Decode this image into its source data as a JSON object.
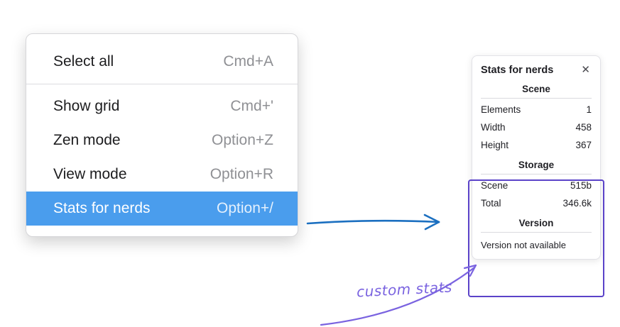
{
  "menu": {
    "items": [
      {
        "label": "Select all",
        "shortcut": "Cmd+A"
      },
      {
        "label": "Show grid",
        "shortcut": "Cmd+'"
      },
      {
        "label": "Zen mode",
        "shortcut": "Option+Z"
      },
      {
        "label": "View mode",
        "shortcut": "Option+R"
      },
      {
        "label": "Stats for nerds",
        "shortcut": "Option+/"
      }
    ],
    "selected_item": "Stats for nerds"
  },
  "stats_panel": {
    "title": "Stats for nerds",
    "close_label": "✕",
    "scene": {
      "heading": "Scene",
      "rows": [
        {
          "label": "Elements",
          "value": "1"
        },
        {
          "label": "Width",
          "value": "458"
        },
        {
          "label": "Height",
          "value": "367"
        }
      ]
    },
    "storage": {
      "heading": "Storage",
      "rows": [
        {
          "label": "Scene",
          "value": "515b"
        },
        {
          "label": "Total",
          "value": "346.6k"
        }
      ]
    },
    "version": {
      "heading": "Version",
      "note": "Version not available"
    }
  },
  "annotation": {
    "label": "custom stats"
  },
  "colors": {
    "menu_highlight": "#4a9ded",
    "arrow_blue": "#1b6fc0",
    "annotation_purple": "#7a63e0",
    "highlight_rect_purple": "#5b43c9"
  }
}
